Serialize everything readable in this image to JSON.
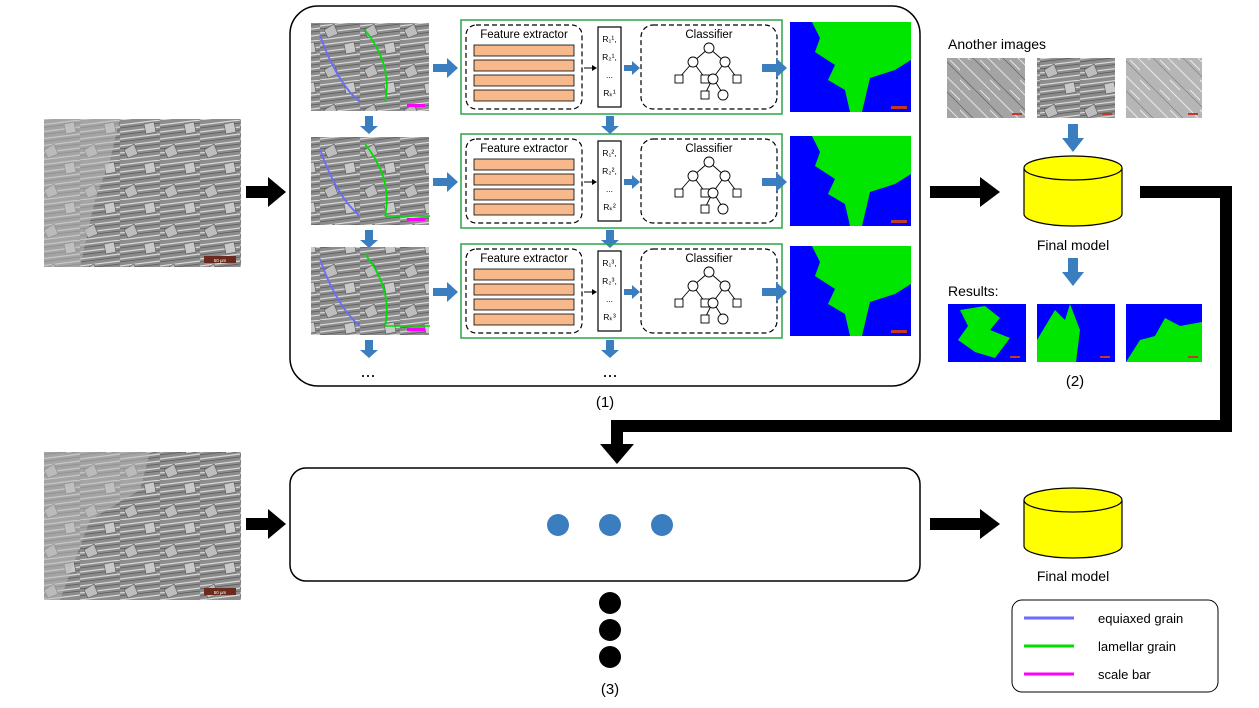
{
  "micrograph": {
    "scale_label": "50 µm"
  },
  "stage1": {
    "rows": [
      {
        "extractor_label": "Feature extractor",
        "classifier_label": "Classifier",
        "features": [
          "R₁¹,",
          "R₂¹,",
          "...",
          "Rₖ¹"
        ]
      },
      {
        "extractor_label": "Feature extractor",
        "classifier_label": "Classifier",
        "features": [
          "R₁²,",
          "R₂²,",
          "...",
          "Rₖ²"
        ]
      },
      {
        "extractor_label": "Feature extractor",
        "classifier_label": "Classifier",
        "features": [
          "R₁³,",
          "R₂³,",
          "...",
          "Rₖ³"
        ]
      }
    ],
    "continuation": "...",
    "caption": "(1)"
  },
  "stage2": {
    "another_images_label": "Another images",
    "model_label": "Final model",
    "results_label": "Results:",
    "caption": "(2)"
  },
  "stage3": {
    "model_label": "Final model",
    "caption": "(3)"
  },
  "legend": {
    "items": [
      {
        "label": "equiaxed grain",
        "color": "#6b6bff"
      },
      {
        "label": "lamellar grain",
        "color": "#00dd00"
      },
      {
        "label": "scale bar",
        "color": "#ff00ff"
      }
    ]
  },
  "colors": {
    "arrow_blue": "#3a7ebf",
    "module_border": "#2aa64a",
    "extractor_fill": "#f7b98c",
    "cylinder_fill": "#ffff00",
    "seg_blue": "#0000ff",
    "seg_green": "#00e600"
  }
}
